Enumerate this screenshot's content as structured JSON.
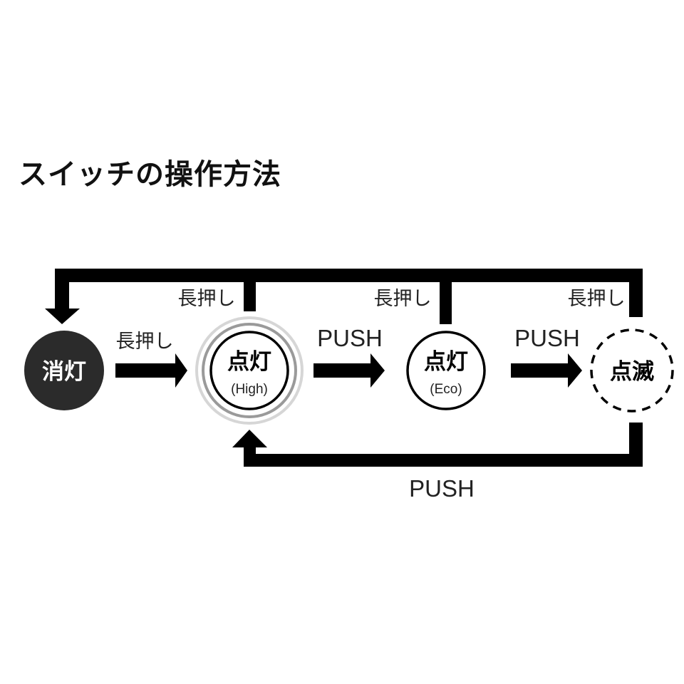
{
  "title": "スイッチの操作方法",
  "nodes": {
    "off": {
      "label": "消灯"
    },
    "high": {
      "label": "点灯",
      "sub": "(High)"
    },
    "eco": {
      "label": "点灯",
      "sub": "(Eco)"
    },
    "blink": {
      "label": "点滅"
    }
  },
  "transitions": {
    "off_to_high": "長押し",
    "high_to_eco": "PUSH",
    "eco_to_blink": "PUSH",
    "blink_to_high": "PUSH",
    "high_to_off": "長押し",
    "eco_to_off": "長押し",
    "blink_to_off": "長押し"
  },
  "colors": {
    "line": "#000000",
    "off_fill": "#2b2b2b",
    "ring": "#9a9a9a"
  }
}
